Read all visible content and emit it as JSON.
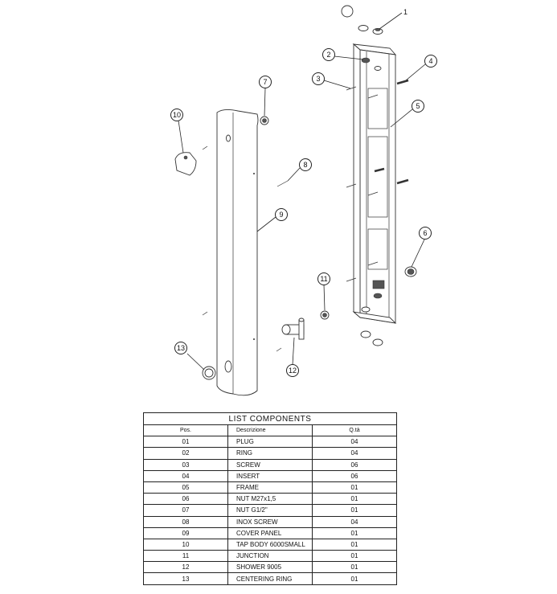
{
  "diagram": {
    "callouts": [
      "1",
      "2",
      "3",
      "4",
      "5",
      "6",
      "7",
      "8",
      "9",
      "10",
      "11",
      "12",
      "13"
    ]
  },
  "table": {
    "title": "LIST COMPONENTS",
    "headers": {
      "pos": "Pos.",
      "desc": "Descrizione",
      "qty": "Q.tà"
    },
    "rows": [
      {
        "pos": "01",
        "desc": "PLUG",
        "qty": "04"
      },
      {
        "pos": "02",
        "desc": "RING",
        "qty": "04"
      },
      {
        "pos": "03",
        "desc": "SCREW",
        "qty": "06"
      },
      {
        "pos": "04",
        "desc": "INSERT",
        "qty": "06"
      },
      {
        "pos": "05",
        "desc": "FRAME",
        "qty": "01"
      },
      {
        "pos": "06",
        "desc": "NUT M27x1,5",
        "qty": "01"
      },
      {
        "pos": "07",
        "desc": "NUT G1/2\"",
        "qty": "01"
      },
      {
        "pos": "08",
        "desc": "INOX SCREW",
        "qty": "04"
      },
      {
        "pos": "09",
        "desc": "COVER PANEL",
        "qty": "01"
      },
      {
        "pos": "10",
        "desc": "TAP BODY 6000SMALL",
        "qty": "01"
      },
      {
        "pos": "11",
        "desc": "JUNCTION",
        "qty": "01"
      },
      {
        "pos": "12",
        "desc": "SHOWER 9005",
        "qty": "01"
      },
      {
        "pos": "13",
        "desc": "CENTERING RING",
        "qty": "01"
      }
    ]
  }
}
